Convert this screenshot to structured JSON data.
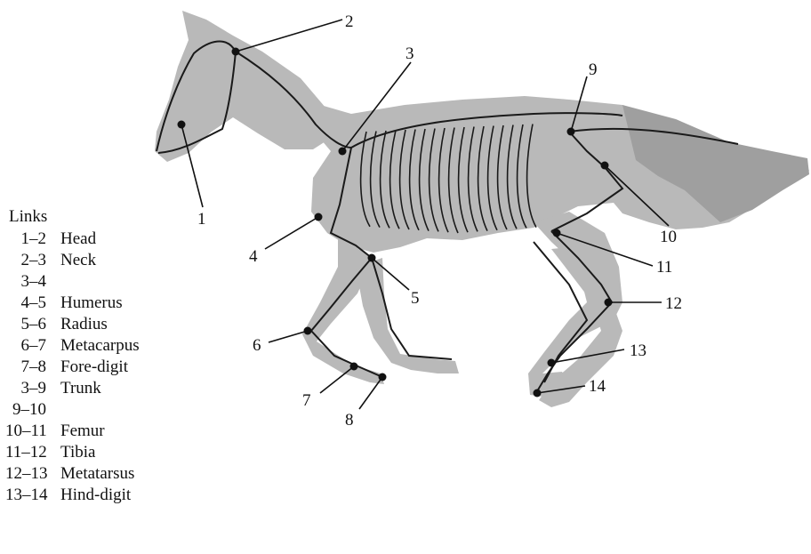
{
  "links_title": "Links",
  "links": [
    {
      "pair": "1–2",
      "name": "Head"
    },
    {
      "pair": "2–3",
      "name": "Neck"
    },
    {
      "pair": "3–4",
      "name": ""
    },
    {
      "pair": "4–5",
      "name": "Humerus"
    },
    {
      "pair": "5–6",
      "name": "Radius"
    },
    {
      "pair": "6–7",
      "name": "Metacarpus"
    },
    {
      "pair": "7–8",
      "name": "Fore-digit"
    },
    {
      "pair": "3–9",
      "name": "Trunk"
    },
    {
      "pair": "9–10",
      "name": ""
    },
    {
      "pair": "10–11",
      "name": "Femur"
    },
    {
      "pair": "11–12",
      "name": "Tibia"
    },
    {
      "pair": "12–13",
      "name": "Metatarsus"
    },
    {
      "pair": "13–14",
      "name": "Hind-digit"
    }
  ],
  "joint_labels": [
    "1",
    "2",
    "3",
    "4",
    "5",
    "6",
    "7",
    "8",
    "9",
    "10",
    "11",
    "12",
    "13",
    "14"
  ]
}
